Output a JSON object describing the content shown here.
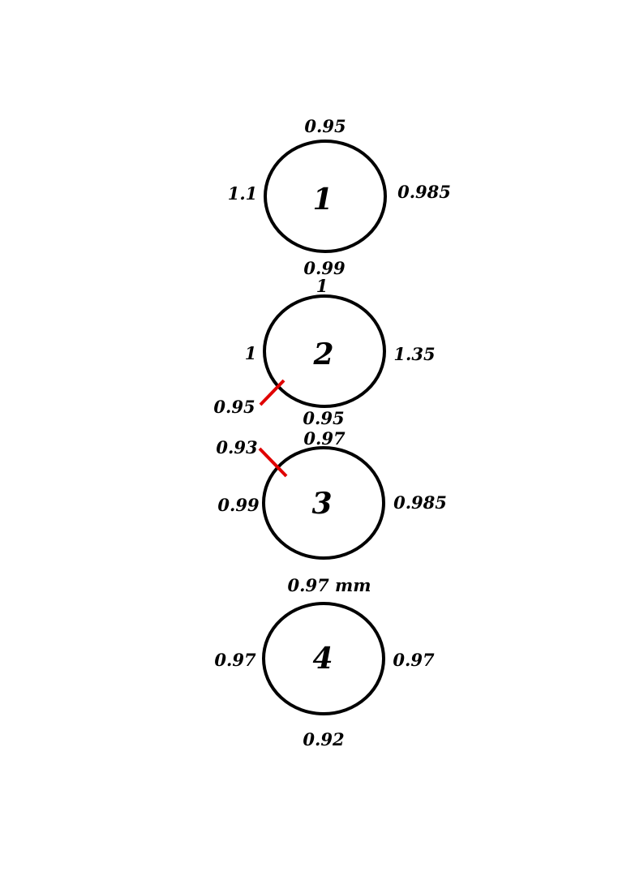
{
  "colors": {
    "outline": "#000000",
    "marker": "#e00000",
    "background": "#ffffff"
  },
  "circles": [
    {
      "number": "1",
      "top": "0.95",
      "left": "1.1",
      "right": "0.985",
      "bottom": "0.99",
      "marker_label": ""
    },
    {
      "number": "2",
      "top": "1",
      "left": "1",
      "right": "1.35",
      "bottom": "0.95",
      "marker_label": "0.95"
    },
    {
      "number": "3",
      "top": "0.97",
      "left": "0.99",
      "right": "0.985",
      "bottom": "",
      "marker_label": "0.93"
    },
    {
      "number": "4",
      "top": "0.97 mm",
      "left": "0.97",
      "right": "0.97",
      "bottom": "0.92",
      "marker_label": ""
    }
  ]
}
